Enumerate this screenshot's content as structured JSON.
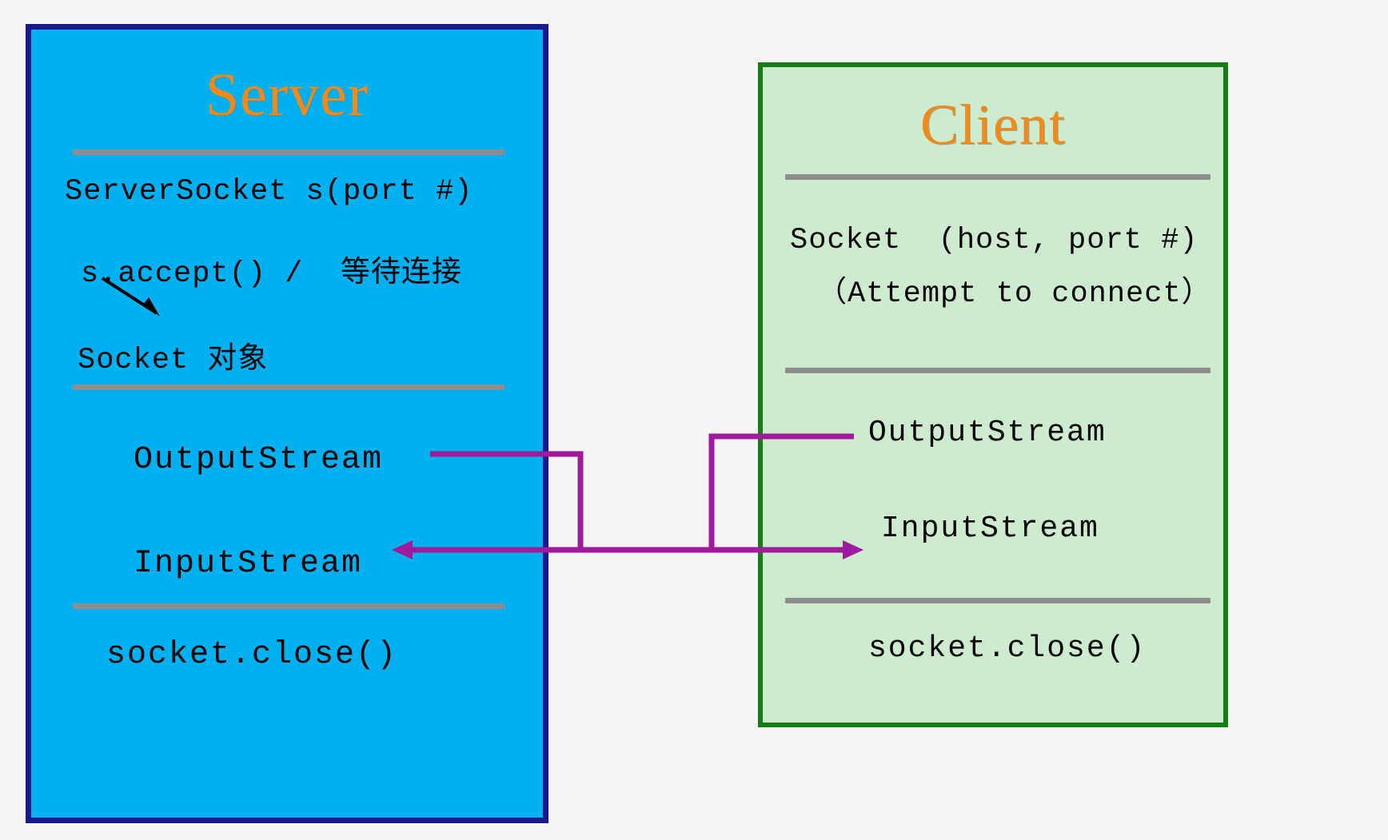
{
  "diagram": {
    "title_colors": {
      "title_text": "#f08a1a",
      "server_fill": "#00b0f0",
      "server_border": "#1a1a8c",
      "client_fill": "#cdeccd",
      "client_border": "#167c16",
      "connector": "#a01a9c",
      "divider": "#8e8e8e",
      "background": "#f6f5f3"
    },
    "server": {
      "title": "Server",
      "sections": [
        {
          "lines": [
            "ServerSocket s(port #)",
            "s.accept() /  等待连接",
            "Socket 对象"
          ]
        },
        {
          "lines": [
            "OutputStream",
            "InputStream"
          ]
        },
        {
          "lines": [
            "socket.close()"
          ]
        }
      ]
    },
    "client": {
      "title": "Client",
      "sections": [
        {
          "lines": [
            "Socket  (host, port #)",
            "（Attempt to connect）"
          ]
        },
        {
          "lines": [
            "OutputStream",
            "InputStream"
          ]
        },
        {
          "lines": [
            "socket.close()"
          ]
        }
      ]
    },
    "annotations": {
      "accept_arrow": "curved arrow from s.accept() down to Socket 对象"
    },
    "connectors": [
      {
        "name": "server-output-to-client-input",
        "from": "Server OutputStream",
        "to": "Client InputStream",
        "direction": "right"
      },
      {
        "name": "client-output-to-server-input",
        "from": "Client OutputStream",
        "to": "Server InputStream",
        "direction": "left"
      }
    ]
  }
}
